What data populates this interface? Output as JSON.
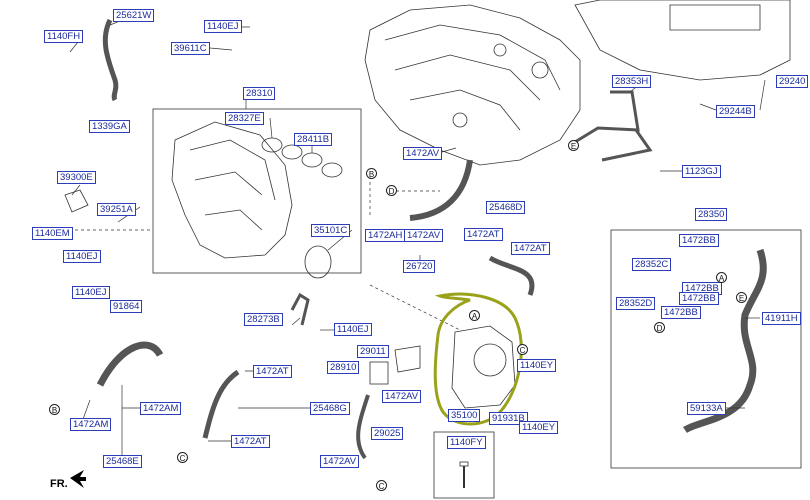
{
  "parts": {
    "p25621W": "25621W",
    "p1140FH": "1140FH",
    "p1140EJ_top": "1140EJ",
    "p39611C": "39611C",
    "p28310": "28310",
    "p28327E": "28327E",
    "p28411B": "28411B",
    "p1339GA": "1339GA",
    "p39300E": "39300E",
    "p39251A": "39251A",
    "p1140EM": "1140EM",
    "p1140EJ_a": "1140EJ",
    "p1140EJ_b": "1140EJ",
    "p91864": "91864",
    "p35101C": "35101C",
    "p28273B": "28273B",
    "p1140EJ_c": "1140EJ",
    "p1472AV_top": "1472AV",
    "p1472AH": "1472AH",
    "p1472AV_mid": "1472AV",
    "p26720": "26720",
    "p25468D": "25468D",
    "p1472AT_a": "1472AT",
    "p1472AT_b": "1472AT",
    "p28353H": "28353H",
    "p29240": "29240",
    "p29244B": "29244B",
    "p1123GJ": "1123GJ",
    "p28350": "28350",
    "p1472BB_a": "1472BB",
    "p28352C": "28352C",
    "p1472BB_b": "1472BB",
    "p1472BB_c": "1472BB",
    "p28352D": "28352D",
    "p1472BB_d": "1472BB",
    "p41911H": "41911H",
    "p59133A": "59133A",
    "p29011": "29011",
    "p28910": "28910",
    "p1140EY_a": "1140EY",
    "p1472AV_b": "1472AV",
    "p35100": "35100",
    "p91931B": "91931B",
    "p1140EY_b": "1140EY",
    "p29025": "29025",
    "p1472AV_c": "1472AV",
    "p1140FY": "1140FY",
    "p1472AT_c": "1472AT",
    "p25468G": "25468G",
    "p1472AT_d": "1472AT",
    "p1472AM_a": "1472AM",
    "p1472AM_b": "1472AM",
    "p25468E": "25468E"
  },
  "markers": {
    "a1": "A",
    "a2": "A",
    "b1": "B",
    "b2": "B",
    "c1": "C",
    "c2": "C",
    "c3": "C",
    "d1": "D",
    "d2": "D",
    "e1": "E",
    "e2": "E"
  },
  "fr_label": "FR.",
  "colors": {
    "label_text": "#1c2b9c",
    "label_border": "#2b3db8",
    "highlight": "#9aa21a",
    "line": "#222222"
  }
}
